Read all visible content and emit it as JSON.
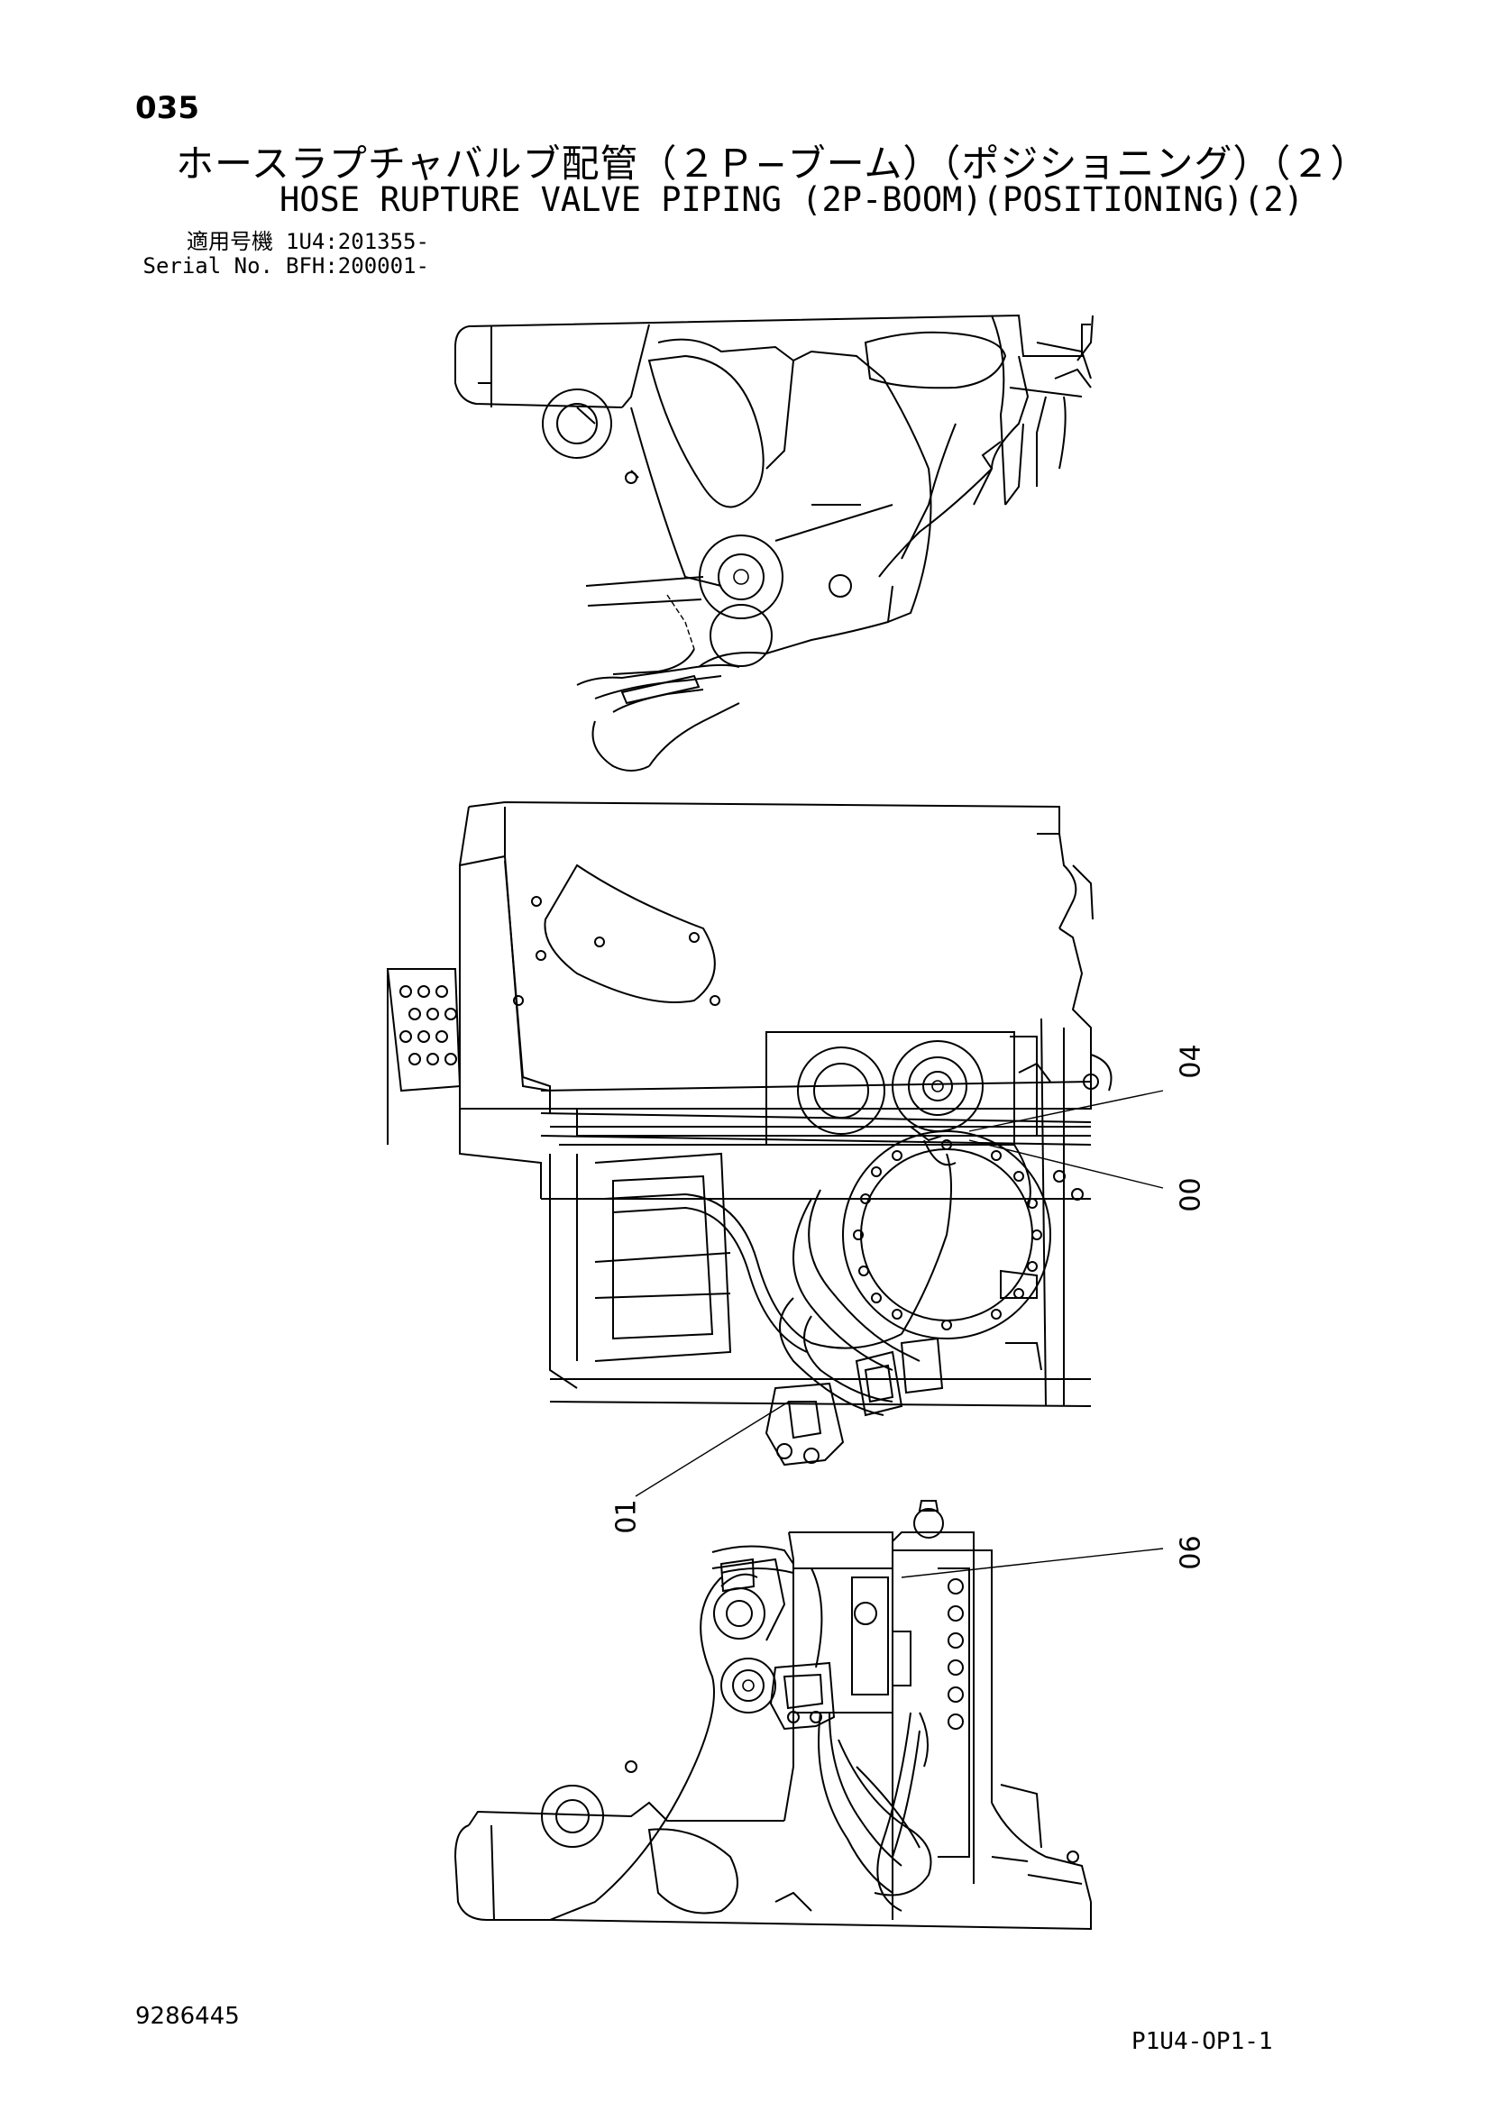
{
  "header": {
    "page_number": "035",
    "title_jp": "ホースラプチャバルブ配管（２Ｐ−ブーム）（ポジショニング）（２）",
    "title_en": "HOSE RUPTURE VALVE PIPING (2P-BOOM)(POSITIONING)(2)",
    "serial": [
      {
        "label": "適用号機",
        "value": "1U4:201355-"
      },
      {
        "label": "Serial No.",
        "value": "BFH:200001-"
      }
    ]
  },
  "callouts": {
    "c04": "04",
    "c00": "00",
    "c01": "01",
    "c06": "06"
  },
  "footer": {
    "doc_number": "9286445",
    "page_code": "P1U4-OP1-1"
  }
}
